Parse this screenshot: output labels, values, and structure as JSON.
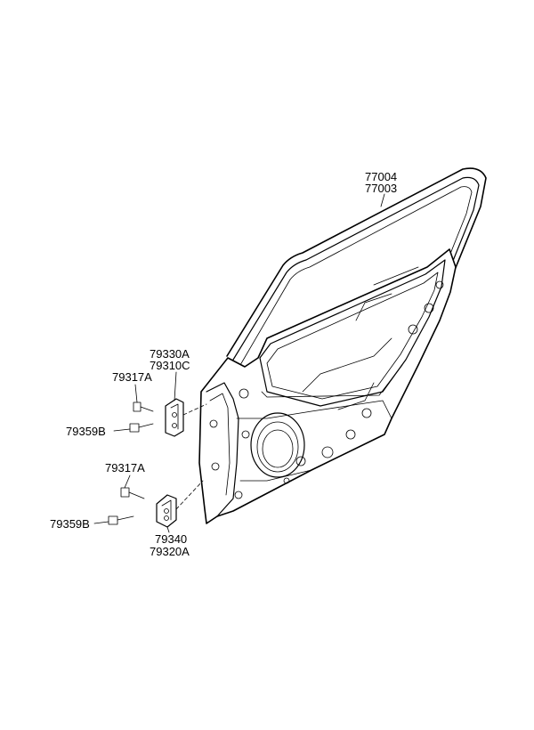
{
  "labels": {
    "seal_upper": "77004",
    "seal_lower": "77003",
    "upper_hinge_a": "79330A",
    "upper_hinge_b": "79310C",
    "upper_bolt_a": "79317A",
    "upper_bolt_b": "79359B",
    "lower_bolt_a": "79317A",
    "lower_bolt_b": "79359B",
    "lower_hinge_a": "79340",
    "lower_hinge_b": "79320A"
  }
}
